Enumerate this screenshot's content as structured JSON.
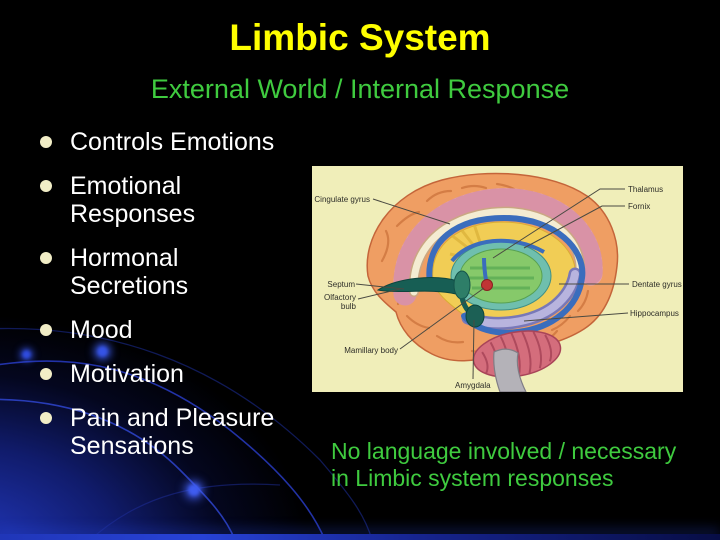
{
  "slide": {
    "title": "Limbic System",
    "subtitle": "External World / Internal Response",
    "bullets": [
      {
        "label": "Controls Emotions"
      },
      {
        "label": "Emotional Responses"
      },
      {
        "label": "Hormonal Secretions"
      },
      {
        "label": "Mood"
      },
      {
        "label": "Motivation"
      },
      {
        "label": "Pain and Pleasure Sensations"
      }
    ],
    "note": {
      "line1": "No language involved / necessary",
      "line2": "in Limbic system responses"
    }
  },
  "diagram": {
    "description": "Sagittal brain illustration of the limbic system on pale yellow background",
    "labels": [
      {
        "text": "Cingulate gyrus"
      },
      {
        "text": "Thalamus"
      },
      {
        "text": "Fornix"
      },
      {
        "text": "Septum"
      },
      {
        "text": "Olfactory bulb"
      },
      {
        "text": "Mamillary body"
      },
      {
        "text": "Amygdala"
      },
      {
        "text": "Dentate gyrus"
      },
      {
        "text": "Hippocampus"
      }
    ]
  },
  "colors": {
    "background": "#000000",
    "title_yellow": "#ffff00",
    "accent_green": "#3fcb3f",
    "body_text": "#ffffff",
    "bullet_dot": "#f1edc6",
    "glow_blue": "#2642d6",
    "diagram_background": "#f0eeb9"
  }
}
